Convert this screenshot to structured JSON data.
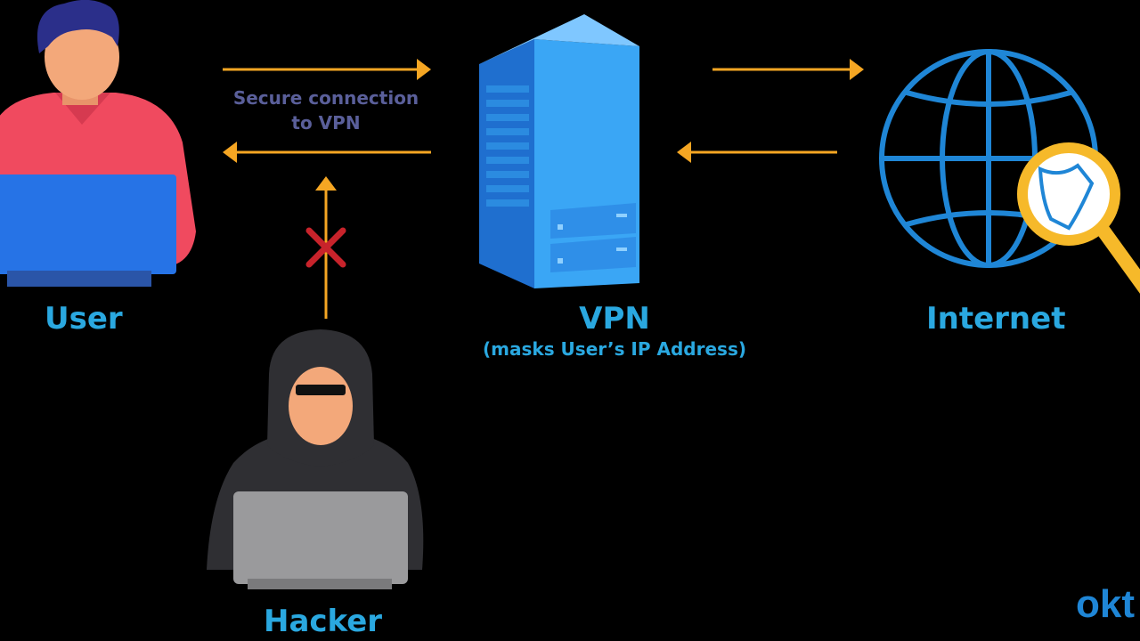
{
  "diagram": {
    "nodes": {
      "user": {
        "label": "User"
      },
      "vpn": {
        "label": "VPN",
        "sublabel": "(masks User’s IP Address)"
      },
      "internet": {
        "label": "Internet"
      },
      "hacker": {
        "label": "Hacker"
      }
    },
    "edges": {
      "user_to_vpn": {
        "label_line1": "Secure connection",
        "label_line2": "to VPN"
      }
    },
    "brand": {
      "logo_text": "okt"
    }
  },
  "colors": {
    "background": "#000000",
    "label_cyan": "#2aa8e0",
    "connection_text": "#5a5f9a",
    "arrow_orange": "#f5a623",
    "blocked_red": "#c8232b",
    "user_shirt": "#f04a5f",
    "user_laptop": "#2673e6",
    "server_blue": "#3aa6f5",
    "globe_blue": "#1f86d6",
    "magnifier_yellow": "#f6b92a",
    "hacker_hood": "#2f2f33",
    "hacker_laptop": "#9a9a9c",
    "skin": "#f3a87a"
  }
}
